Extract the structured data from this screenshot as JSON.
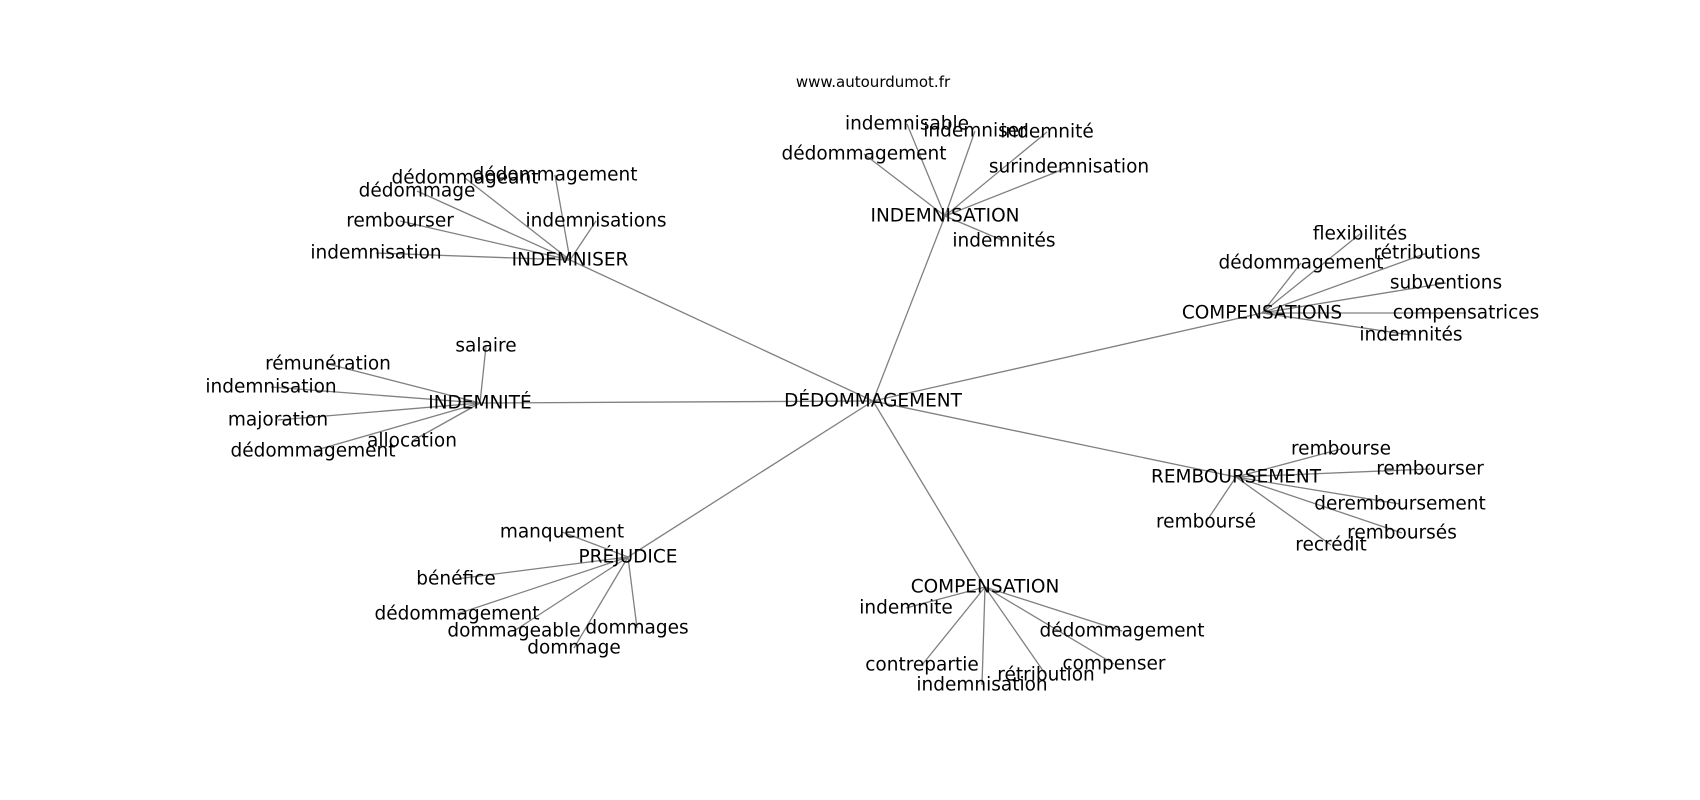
{
  "source": "www.autourdumot.fr",
  "colors": {
    "edge": "#808080",
    "text": "#000000",
    "background": "#ffffff"
  },
  "graph": {
    "center": "DÉDOMMAGEMENT",
    "clusters": [
      {
        "label": "INDEMNISER",
        "words": [
          "dédommagement",
          "dédommageant",
          "dédommage",
          "rembourser",
          "indemnisation",
          "indemnisations"
        ]
      },
      {
        "label": "INDEMNISATION",
        "words": [
          "indemnisable",
          "indemniser",
          "indemnité",
          "dédommagement",
          "surindemnisation",
          "indemnités"
        ]
      },
      {
        "label": "COMPENSATIONS",
        "words": [
          "flexibilités",
          "dédommagement",
          "rétributions",
          "subventions",
          "compensatrices",
          "indemnités"
        ]
      },
      {
        "label": "INDEMNITÉ",
        "words": [
          "salaire",
          "rémunération",
          "indemnisation",
          "majoration",
          "allocation",
          "dédommagement"
        ]
      },
      {
        "label": "REMBOURSEMENT",
        "words": [
          "rembourse",
          "rembourser",
          "deremboursement",
          "remboursés",
          "recrédit",
          "remboursé"
        ]
      },
      {
        "label": "PRÉJUDICE",
        "words": [
          "manquement",
          "bénéfice",
          "dédommagement",
          "dommageable",
          "dommage",
          "dommages"
        ]
      },
      {
        "label": "COMPENSATION",
        "words": [
          "indemnite",
          "contrepartie",
          "indemnisation",
          "rétribution",
          "compenser",
          "dédommagement"
        ]
      }
    ]
  }
}
